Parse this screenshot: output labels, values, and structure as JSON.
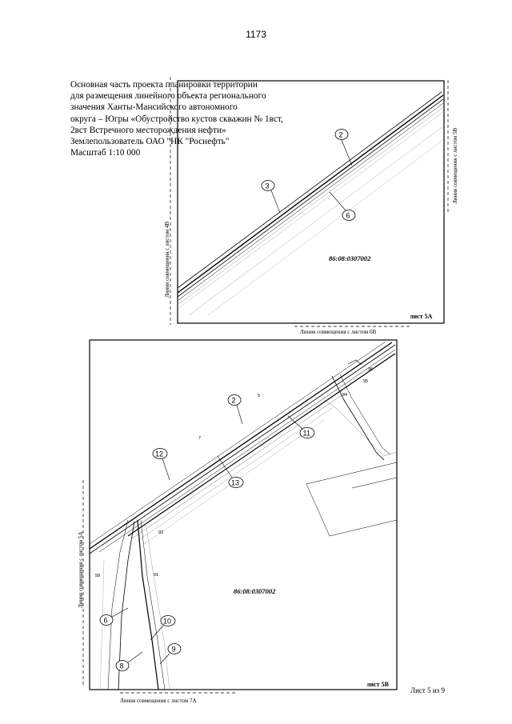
{
  "page": {
    "number": "1173",
    "title_lines": [
      "Основная часть проекта планировки территории",
      "для размещения линейного объекта регионального",
      "значения Ханты-Мансийского автономного",
      "округа – Югры «Обустройство кустов скважин № 1вст,",
      "2вст Встречного месторождения нефти»",
      "Землепользователь ОАО \"НК \"Роснефть\"",
      "Масштаб 1:10 000"
    ],
    "footer": "Лист 5 из 9"
  },
  "sheet_5a": {
    "label": "лист 5А",
    "cadastral": "86:08:0307002",
    "match_left": "Линия совмещения с листом 4В",
    "match_right": "Линия совмещения с листом 5В",
    "match_bottom": "Линия совмещения с листом 6В",
    "callouts": [
      "2",
      "3",
      "6"
    ]
  },
  "sheet_5b": {
    "label": "лист 5В",
    "cadastral": "86:08:0307002",
    "match_left": "Линия совмещения с листом 5А",
    "match_bottom": "Линия совмещения с листом 7А",
    "callouts": [
      "2",
      "12",
      "11",
      "13",
      "6",
      "10",
      "8",
      "9"
    ],
    "small_labels": [
      "96",
      "95",
      "94",
      "5",
      "7",
      "93",
      "91",
      "58"
    ]
  }
}
